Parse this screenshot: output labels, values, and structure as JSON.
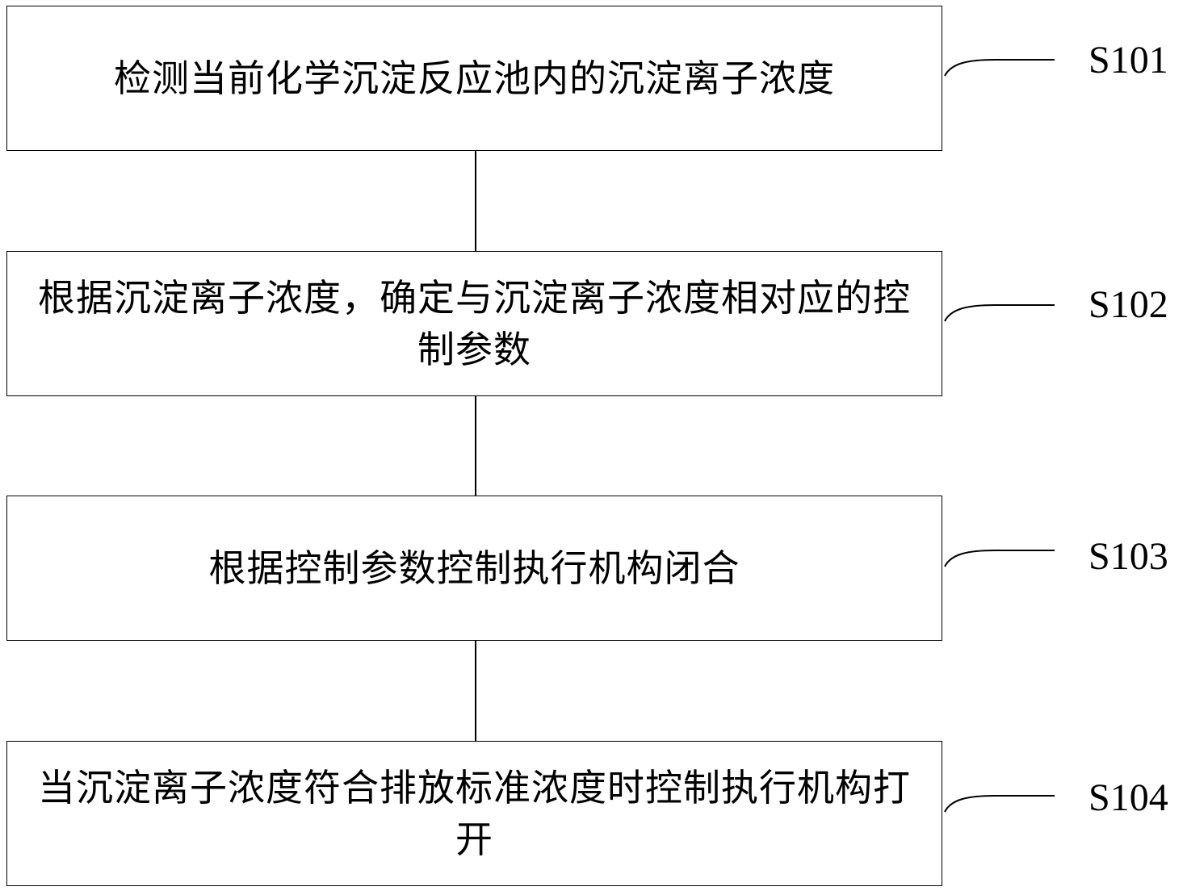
{
  "steps": [
    {
      "id": "S101",
      "text": "检测当前化学沉淀反应池内的沉淀离子浓度"
    },
    {
      "id": "S102",
      "text": "根据沉淀离子浓度，确定与沉淀离子浓度相对应的控制参数"
    },
    {
      "id": "S103",
      "text": "根据控制参数控制执行机构闭合"
    },
    {
      "id": "S104",
      "text": "当沉淀离子浓度符合排放标准浓度时控制执行机构打开"
    }
  ]
}
